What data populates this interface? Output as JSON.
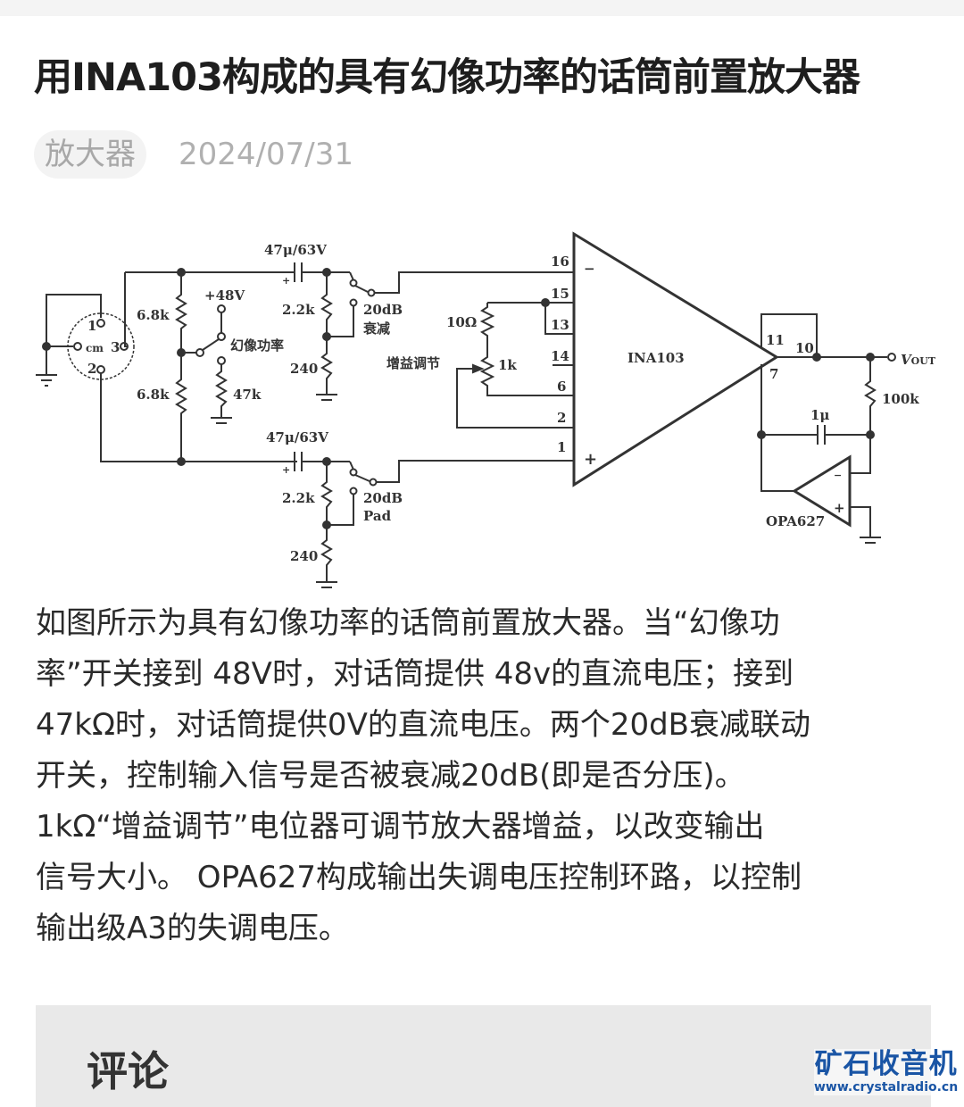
{
  "article": {
    "title": "用INA103构成的具有幻像功率的话筒前置放大器",
    "category": "放大器",
    "date": "2024/07/31"
  },
  "diagram": {
    "cap_top": "47μ/63V",
    "cap_bottom": "47μ/63V",
    "plus": "+",
    "r_68k_top": "6.8k",
    "r_68k_bottom": "6.8k",
    "v48": "+48V",
    "phantom_label": "幻像功率",
    "r_47k": "47k",
    "r_22k_top": "2.2k",
    "r_240_top": "240",
    "pad_top_1": "20dB",
    "pad_top_2": "衰减",
    "r_22k_bottom": "2.2k",
    "r_240_bottom": "240",
    "pad_bottom_1": "20dB",
    "pad_bottom_2": "Pad",
    "gain_label": "增益调节",
    "r_10": "10Ω",
    "r_1k": "1k",
    "mic_pin1": "1",
    "mic_pin2": "2",
    "mic_pin3": "3",
    "mic_cm": "cm",
    "pins": [
      "16",
      "15",
      "13",
      "14",
      "6",
      "2",
      "1"
    ],
    "ina_label": "INA103",
    "minus": "−",
    "pin11": "11",
    "pin10": "10",
    "pin7": "7",
    "vout": "V",
    "vout_sub": "OUT",
    "r_100k": "100k",
    "cap_1u": "1μ",
    "opa_label": "OPA627"
  },
  "body": {
    "paragraph1": [
      "如图所示为具有幻像功率的话筒前置放大器。当“幻像功",
      "率”开关接到 48V时，对话筒提供 48v的直流电压；接到",
      "47kΩ时，对话筒提供0V的直流电压。两个20dB衰减联动",
      "开关，控制输入信号是否被衰减20dB(即是否分压)。"
    ],
    "paragraph2": [
      "1kΩ“增益调节”电位器可调节放大器增益，以改变输出",
      "信号大小。 OPA627构成输出失调电压控制环路，以控制",
      "输出级A3的失调电压。"
    ]
  },
  "comments": {
    "title": "评论"
  },
  "watermark": {
    "name": "矿石收音机",
    "url": "www.crystalradio.cn"
  }
}
